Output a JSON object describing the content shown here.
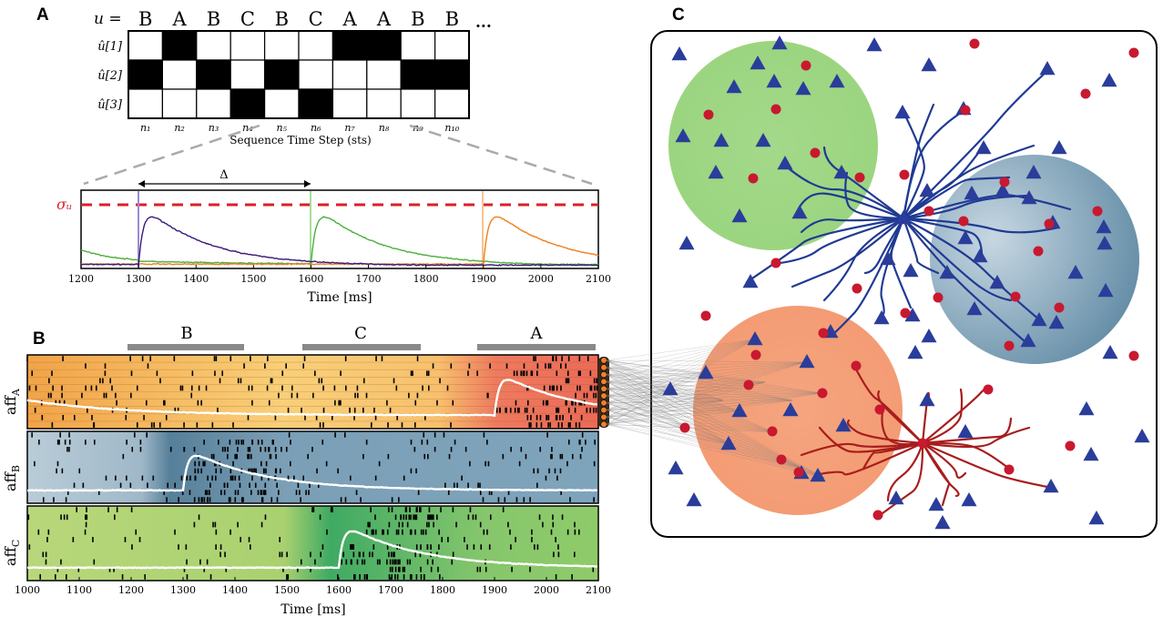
{
  "panels": {
    "a": "A",
    "b": "B",
    "c": "C"
  },
  "panel_a": {
    "u_label": "u =",
    "sequence": [
      "B",
      "A",
      "B",
      "C",
      "B",
      "C",
      "A",
      "A",
      "B",
      "B"
    ],
    "ellipsis": "...",
    "row_labels": [
      "û[1]",
      "û[2]",
      "û[3]"
    ],
    "step_labels": [
      "n₁",
      "n₂",
      "n₃",
      "n₄",
      "n₅",
      "n₆",
      "n₇",
      "n₈",
      "n₉",
      "n₁₀"
    ],
    "encoding": {
      "A": [
        1,
        0,
        0
      ],
      "B": [
        0,
        1,
        0
      ],
      "C": [
        0,
        0,
        1
      ]
    },
    "xlabel": "Sequence Time Step (sts)"
  },
  "panel_a_plot": {
    "delta_label": "Δ",
    "sigma_label": "σᵤ",
    "xticks": [
      1200,
      1300,
      1400,
      1500,
      1600,
      1700,
      1800,
      1900,
      2000,
      2100
    ],
    "xlabel": "Time [ms]",
    "colors": {
      "purple": "#3b1a7a",
      "green": "#4caf3c",
      "orange": "#f07f1e",
      "threshold": "#dd1f26"
    }
  },
  "panel_b": {
    "bar_labels": [
      "B",
      "C",
      "A"
    ],
    "row_labels": [
      "aff_A",
      "aff_B",
      "aff_C"
    ],
    "xticks": [
      1000,
      1100,
      1200,
      1300,
      1400,
      1500,
      1600,
      1700,
      1800,
      1900,
      2000,
      2100
    ],
    "xlabel": "Time [ms]",
    "colors": {
      "A": "#f3a24a",
      "B": "#8fb0c4",
      "C": "#9fcf6a"
    }
  },
  "panel_c": {
    "colors": {
      "green_cluster": "#8fcf74",
      "blue_cluster": "#5f8aa5",
      "orange_cluster": "#ee8a5c",
      "triangle": "#2a3d9a",
      "dot": "#c8192f",
      "blue_neuron": "#1f3a93",
      "red_neuron": "#a81d1d"
    }
  }
}
